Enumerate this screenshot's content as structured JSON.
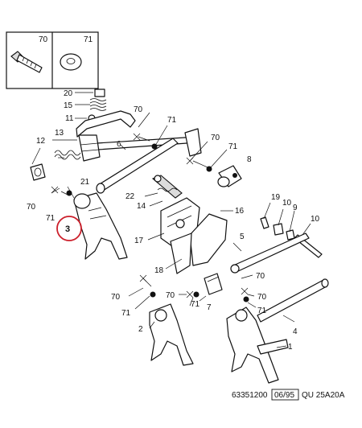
{
  "legend_box": {
    "left_number": "70",
    "right_number": "71"
  },
  "callouts": [
    {
      "id": "c20",
      "text": "20"
    },
    {
      "id": "c15",
      "text": "15"
    },
    {
      "id": "c11",
      "text": "11"
    },
    {
      "id": "c13",
      "text": "13"
    },
    {
      "id": "c12",
      "text": "12"
    },
    {
      "id": "c70a",
      "text": "70"
    },
    {
      "id": "c71a",
      "text": "71"
    },
    {
      "id": "c6",
      "text": "6"
    },
    {
      "id": "c70b",
      "text": "70"
    },
    {
      "id": "c71b",
      "text": "71"
    },
    {
      "id": "c8",
      "text": "8"
    },
    {
      "id": "c21",
      "text": "21"
    },
    {
      "id": "c22",
      "text": "22"
    },
    {
      "id": "c14",
      "text": "14"
    },
    {
      "id": "c70c",
      "text": "70"
    },
    {
      "id": "c71c",
      "text": "71"
    },
    {
      "id": "c3",
      "text": "3"
    },
    {
      "id": "c16",
      "text": "16"
    },
    {
      "id": "c17",
      "text": "17"
    },
    {
      "id": "c19",
      "text": "19"
    },
    {
      "id": "c10a",
      "text": "10"
    },
    {
      "id": "c9",
      "text": "9"
    },
    {
      "id": "c10b",
      "text": "10"
    },
    {
      "id": "c5",
      "text": "5"
    },
    {
      "id": "c18",
      "text": "18"
    },
    {
      "id": "c70d",
      "text": "70"
    },
    {
      "id": "c70e",
      "text": "70"
    },
    {
      "id": "c71d",
      "text": "71"
    },
    {
      "id": "c70f",
      "text": "70"
    },
    {
      "id": "c7",
      "text": "7"
    },
    {
      "id": "c71e",
      "text": "71"
    },
    {
      "id": "c70g",
      "text": "70"
    },
    {
      "id": "c71f",
      "text": "71"
    },
    {
      "id": "c2",
      "text": "2"
    },
    {
      "id": "c4",
      "text": "4"
    },
    {
      "id": "c1",
      "text": "1"
    }
  ],
  "footer": {
    "ref_number": "63351200",
    "date_box": "06/95",
    "code": "QU  25A20A"
  },
  "highlight": {
    "color": "#cc1f2b",
    "target": "3"
  }
}
